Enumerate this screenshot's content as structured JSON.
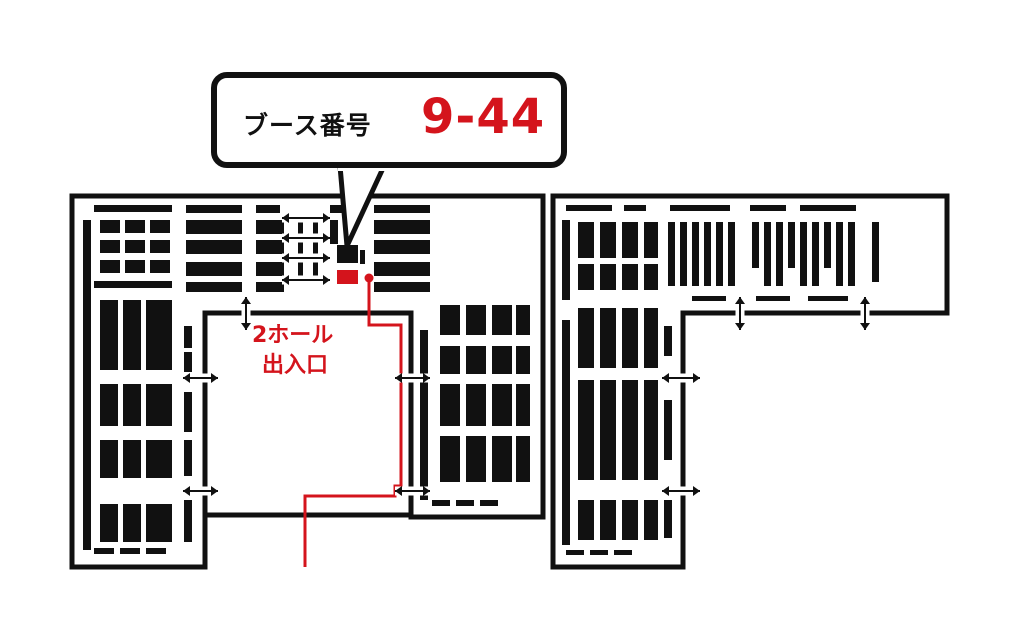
{
  "callout": {
    "label": "ブース番号",
    "booth_number": "9-44"
  },
  "entrance": {
    "line1": "2ホール",
    "line2": "出入口"
  },
  "colors": {
    "highlight": "#d4141c",
    "ink": "#111111",
    "background": "#ffffff"
  },
  "icons": {
    "passage": "double-arrow-icon",
    "booth_marker": "square-marker",
    "route_start": "dot-marker"
  }
}
